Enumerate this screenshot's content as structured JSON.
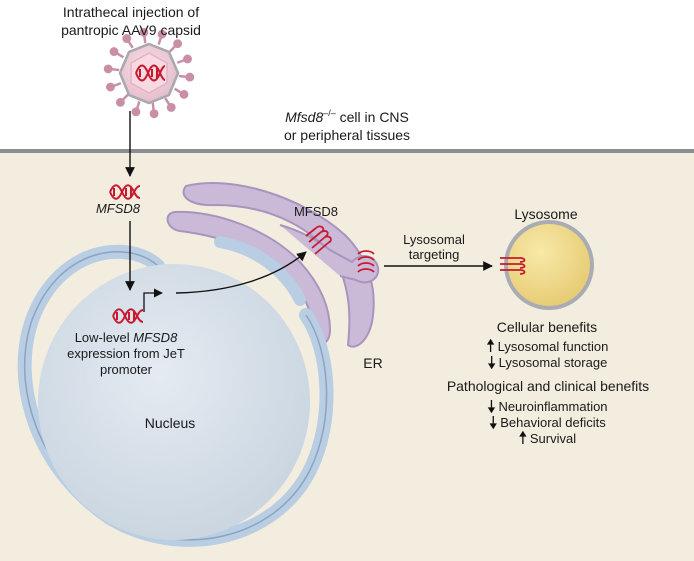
{
  "labels": {
    "injection_line1": "Intrathecal injection of",
    "injection_line2": "pantropic AAV9 capsid",
    "cell_line1_gene": "Mfsd8",
    "cell_line1_sup": "–/–",
    "cell_line1_rest": " cell in CNS",
    "cell_line2": "or peripheral tissues",
    "gene_label": "MFSD8",
    "expression_line1_prefix": "Low-level ",
    "expression_line1_gene": "MFSD8",
    "expression_line2": "expression from JeT",
    "expression_line3": "promoter",
    "nucleus": "Nucleus",
    "er": "ER",
    "protein_label": "MFSD8",
    "targeting_line1": "Lysosomal",
    "targeting_line2": "targeting",
    "lysosome": "Lysosome"
  },
  "benefits": {
    "cellular_title": "Cellular benefits",
    "cellular": [
      {
        "direction": "up",
        "text": "Lysosomal function"
      },
      {
        "direction": "down",
        "text": "Lysosomal storage"
      }
    ],
    "clinical_title": "Pathological and clinical benefits",
    "clinical": [
      {
        "direction": "down",
        "text": "Neuroinflammation"
      },
      {
        "direction": "down",
        "text": "Behavioral deficits"
      },
      {
        "direction": "up",
        "text": "Survival"
      }
    ]
  },
  "colors": {
    "cytoplasm": "#f3ede0",
    "membrane": "#8a8d92",
    "nucleus_fill": "#d9e2ec",
    "nuclear_envelope": "#b9cde3",
    "er_fill": "#cbb9d8",
    "lysosome_fill": "#efd98a",
    "dna_red": "#c8192e",
    "capsid_pink": "#c98fa7"
  }
}
